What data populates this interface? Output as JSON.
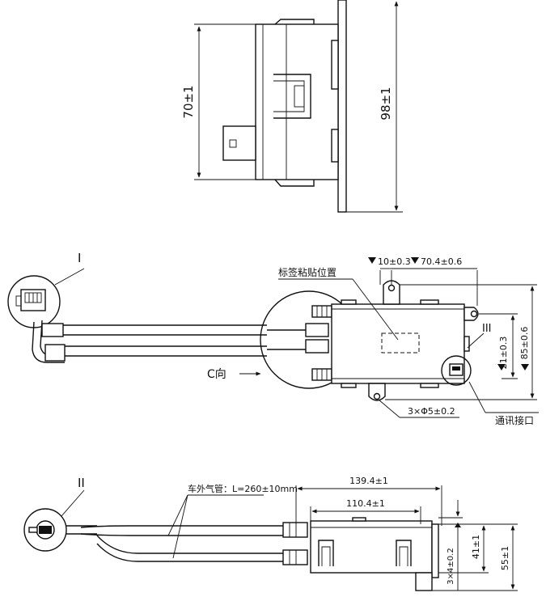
{
  "top_view": {
    "dim_height": "70±1",
    "dim_total": "98±1"
  },
  "middle_view": {
    "detail_i": "I",
    "label_position": "标签粘贴位置",
    "dim_10": "10±0.3",
    "dim_70": "70.4±0.6",
    "detail_iii": "III",
    "dim_21": "21±0.3",
    "dim_85": "85±0.6",
    "view_c": "C向",
    "holes": "3×Φ5±0.2",
    "comm_port": "通讯接口"
  },
  "bottom_view": {
    "detail_ii": "II",
    "pipe_label": "车外气管：L=260±10mm",
    "dim_139": "139.4±1",
    "dim_110": "110.4±1",
    "dim_41": "41±1",
    "dim_55": "55±1",
    "dim_3x4": "3×4±0.2"
  }
}
